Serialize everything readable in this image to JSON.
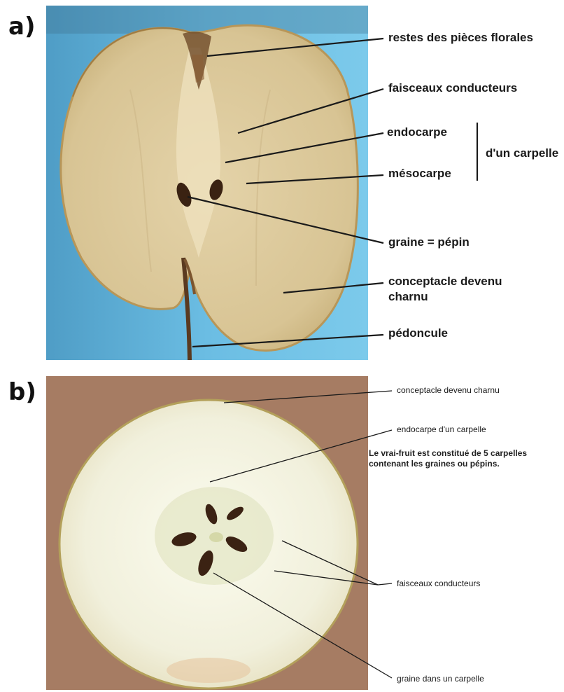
{
  "panels": {
    "a": {
      "letter": "a)",
      "labels": {
        "restes": "restes des pièces florales",
        "faisceaux": "faisceaux conducteurs",
        "endocarpe": "endocarpe",
        "mesocarpe": "mésocarpe",
        "carpelle": "d'un carpelle",
        "graine": "graine = pépin",
        "conceptacle_1": "conceptacle devenu",
        "conceptacle_2": "charnu",
        "pedoncule": "pédoncule"
      }
    },
    "b": {
      "letter": "b)",
      "labels": {
        "conceptacle": "conceptacle devenu charnu",
        "endocarpe": "endocarpe d'un carpelle",
        "note": "Le vrai-fruit est constitué de 5 carpelles\ncontenant les graines ou pépins.",
        "faisceaux": "faisceaux conducteurs",
        "graine": "graine dans un carpelle"
      }
    }
  },
  "colors": {
    "background_a": "#5fb0d8",
    "flesh_a": "#dcc89b",
    "background_b": "#a77e66",
    "flesh_b": "#f1f0de",
    "seed": "#3a2212"
  }
}
